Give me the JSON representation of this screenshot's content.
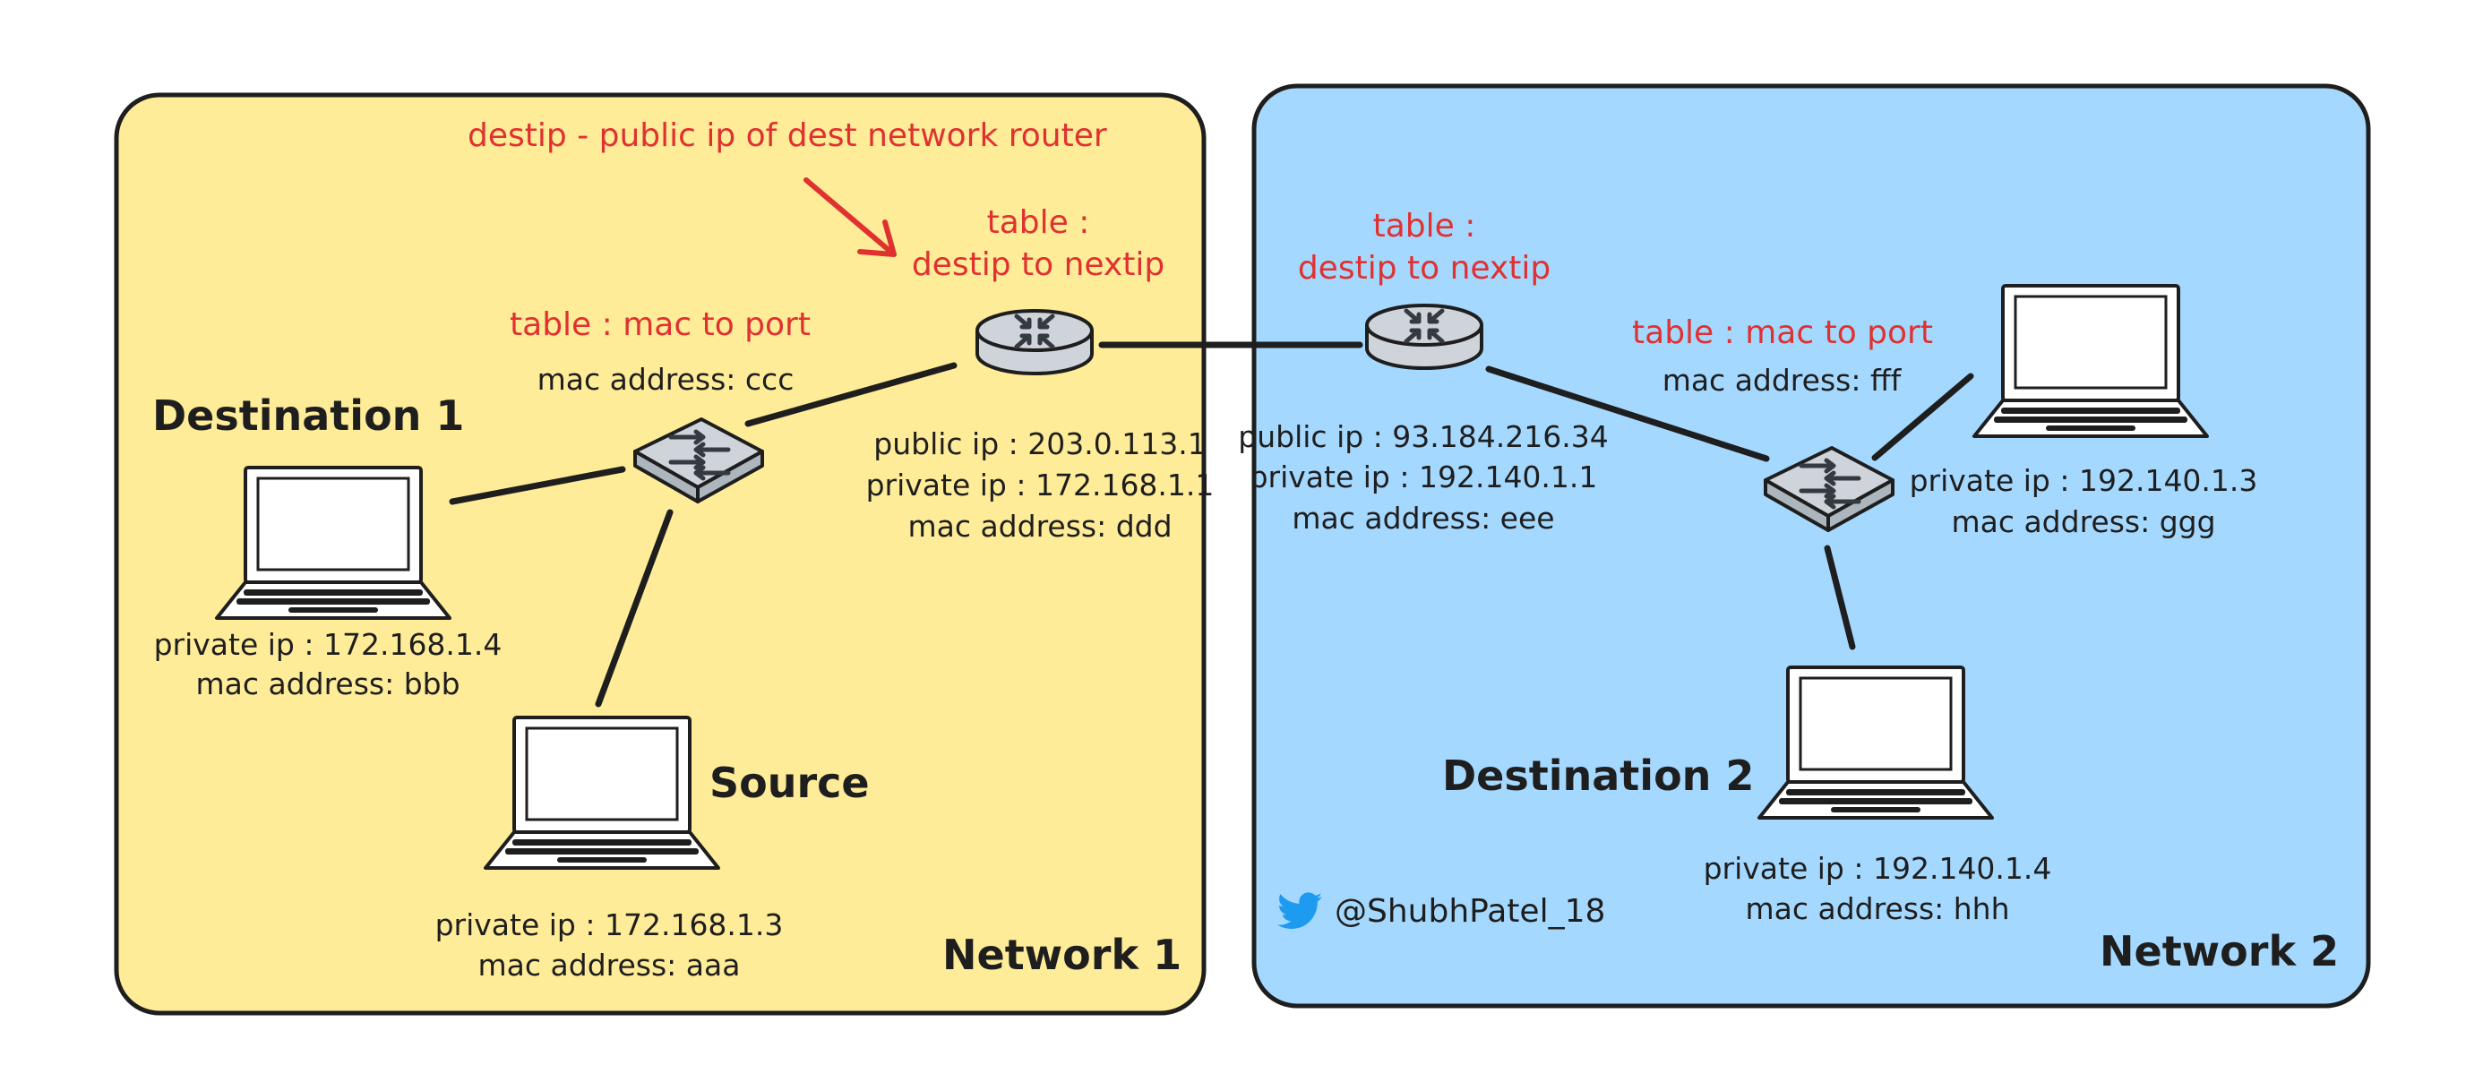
{
  "colors": {
    "network1_fill": "#ffec99",
    "network2_fill": "#a5d8ff",
    "annotation": "#e03131",
    "stroke": "#1e1e1e",
    "device_fill": "#ced4da",
    "twitter": "#1d9bf0"
  },
  "networks": [
    {
      "label": "Network 1"
    },
    {
      "label": "Network 2"
    }
  ],
  "annotation": {
    "text": "destip - public ip of dest network router"
  },
  "router1": {
    "table_title": "table :",
    "table_desc": "destip to nextip",
    "public_ip": "public ip : 203.0.113.1",
    "private_ip": "private ip : 172.168.1.1",
    "mac": "mac address: ddd"
  },
  "router2": {
    "table_title": "table :",
    "table_desc": "destip to nextip",
    "public_ip": "public ip : 93.184.216.34",
    "private_ip": "private ip : 192.140.1.1",
    "mac": "mac address: eee"
  },
  "switch1": {
    "table": "table : mac to port",
    "mac": "mac address: ccc"
  },
  "switch2": {
    "table": "table : mac to port",
    "mac": "mac address: fff"
  },
  "destination1": {
    "title": "Destination 1",
    "private_ip": "private ip : 172.168.1.4",
    "mac": "mac address: bbb"
  },
  "source": {
    "title": "Source",
    "private_ip": "private ip : 172.168.1.3",
    "mac": "mac address: aaa"
  },
  "host3": {
    "private_ip": "private ip : 192.140.1.3",
    "mac": "mac address: ggg"
  },
  "destination2": {
    "title": "Destination 2",
    "private_ip": "private ip : 192.140.1.4",
    "mac": "mac address: hhh"
  },
  "credit": {
    "icon": "twitter-bird-icon",
    "handle": "@ShubhPatel_18"
  }
}
